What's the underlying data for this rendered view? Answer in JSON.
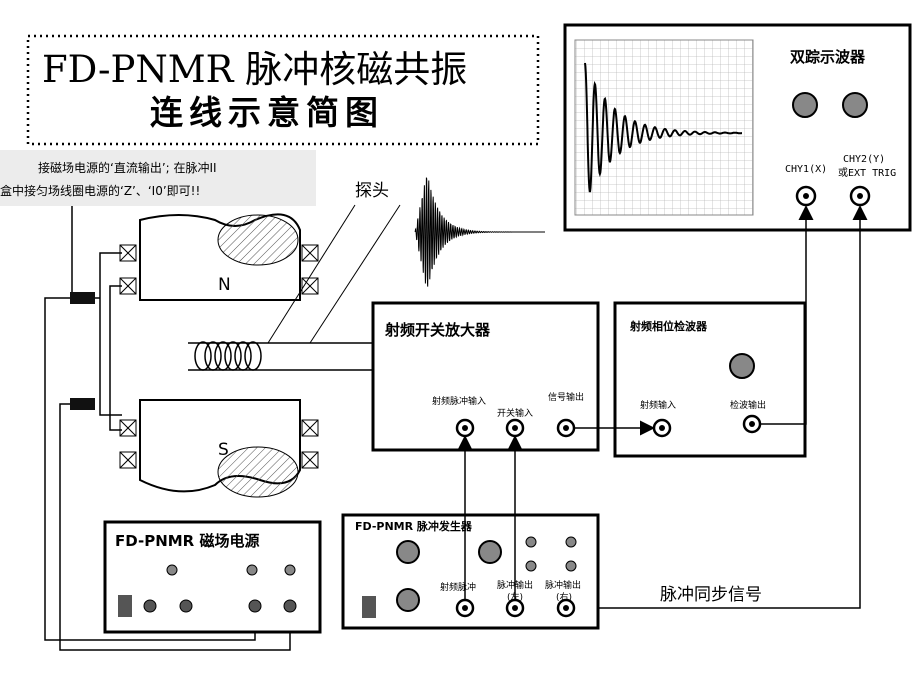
{
  "title": {
    "line1": "FD-PNMR 脉冲核磁共振",
    "line2": "连线示意简图"
  },
  "note": {
    "line1": "接磁场电源的‘直流输出’; 在脉冲II",
    "line2": "盒中接匀场线圈电源的‘Z’、‘I0’即可!!"
  },
  "probe_label": "探头",
  "magnet": {
    "north": "N",
    "south": "S"
  },
  "oscilloscope": {
    "title": "双踪示波器",
    "ch1": "CHY1(X)",
    "ch2_line1": "CHY2(Y)",
    "ch2_line2": "或EXT TRIG"
  },
  "rf_amp": {
    "title": "射频开关放大器",
    "pulse_in": "射频脉冲输入",
    "switch_in": "开关输入",
    "signal_out": "信号输出"
  },
  "phase_det": {
    "title": "射频相位检波器",
    "rf_in": "射频输入",
    "det_out": "检波输出"
  },
  "magnet_psu": {
    "title": "FD-PNMR 磁场电源"
  },
  "pulse_gen": {
    "title": "FD-PNMR 脉冲发生器",
    "rf_pulse": "射频脉冲",
    "pulse_out_left": "脉冲输出",
    "left_paren": "(左)",
    "pulse_out_right": "脉冲输出",
    "right_paren": "(右)"
  },
  "sync_label": "脉冲同步信号"
}
